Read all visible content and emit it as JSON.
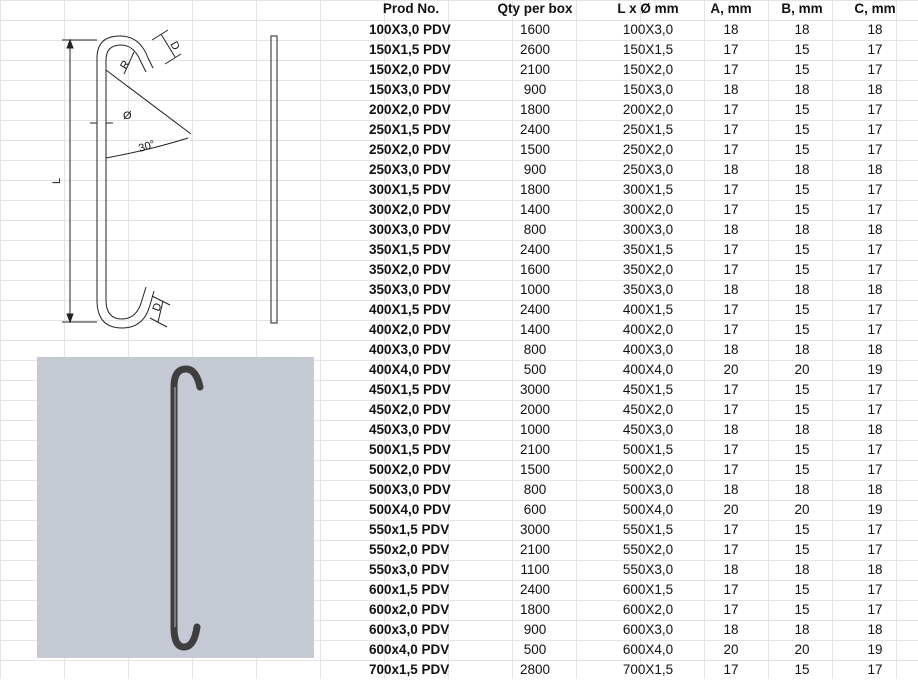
{
  "drawing": {
    "labels": {
      "length": "L",
      "radius": "R",
      "diameter": "Ø",
      "angle": "30°",
      "top_d": "D",
      "bottom_d": "D"
    }
  },
  "table": {
    "headers": {
      "prod": "Prod No.",
      "qty": "Qty per box",
      "lxd": "L x Ø mm",
      "a": "A, mm",
      "b": "B, mm",
      "c": "C, mm"
    },
    "rows": [
      {
        "prod": "100X3,0 PDV",
        "qty": "1600",
        "lxd": "100X3,0",
        "a": "18",
        "b": "18",
        "c": "18"
      },
      {
        "prod": "150X1,5 PDV",
        "qty": "2600",
        "lxd": "150X1,5",
        "a": "17",
        "b": "15",
        "c": "17"
      },
      {
        "prod": "150X2,0 PDV",
        "qty": "2100",
        "lxd": "150X2,0",
        "a": "17",
        "b": "15",
        "c": "17"
      },
      {
        "prod": "150X3,0 PDV",
        "qty": "900",
        "lxd": "150X3,0",
        "a": "18",
        "b": "18",
        "c": "18"
      },
      {
        "prod": "200X2,0 PDV",
        "qty": "1800",
        "lxd": "200X2,0",
        "a": "17",
        "b": "15",
        "c": "17"
      },
      {
        "prod": "250X1,5 PDV",
        "qty": "2400",
        "lxd": "250X1,5",
        "a": "17",
        "b": "15",
        "c": "17"
      },
      {
        "prod": "250X2,0 PDV",
        "qty": "1500",
        "lxd": "250X2,0",
        "a": "17",
        "b": "15",
        "c": "17"
      },
      {
        "prod": "250X3,0 PDV",
        "qty": "900",
        "lxd": "250X3,0",
        "a": "18",
        "b": "18",
        "c": "18"
      },
      {
        "prod": "300X1,5 PDV",
        "qty": "1800",
        "lxd": "300X1,5",
        "a": "17",
        "b": "15",
        "c": "17"
      },
      {
        "prod": "300X2,0 PDV",
        "qty": "1400",
        "lxd": "300X2,0",
        "a": "17",
        "b": "15",
        "c": "17"
      },
      {
        "prod": "300X3,0 PDV",
        "qty": "800",
        "lxd": "300X3,0",
        "a": "18",
        "b": "18",
        "c": "18"
      },
      {
        "prod": "350X1,5 PDV",
        "qty": "2400",
        "lxd": "350X1,5",
        "a": "17",
        "b": "15",
        "c": "17"
      },
      {
        "prod": "350X2,0 PDV",
        "qty": "1600",
        "lxd": "350X2,0",
        "a": "17",
        "b": "15",
        "c": "17"
      },
      {
        "prod": "350X3,0 PDV",
        "qty": "1000",
        "lxd": "350X3,0",
        "a": "18",
        "b": "18",
        "c": "18"
      },
      {
        "prod": "400X1,5 PDV",
        "qty": "2400",
        "lxd": "400X1,5",
        "a": "17",
        "b": "15",
        "c": "17"
      },
      {
        "prod": "400X2,0 PDV",
        "qty": "1400",
        "lxd": "400X2,0",
        "a": "17",
        "b": "15",
        "c": "17"
      },
      {
        "prod": "400X3,0 PDV",
        "qty": "800",
        "lxd": "400X3,0",
        "a": "18",
        "b": "18",
        "c": "18"
      },
      {
        "prod": "400X4,0 PDV",
        "qty": "500",
        "lxd": "400X4,0",
        "a": "20",
        "b": "20",
        "c": "19"
      },
      {
        "prod": "450X1,5 PDV",
        "qty": "3000",
        "lxd": "450X1,5",
        "a": "17",
        "b": "15",
        "c": "17"
      },
      {
        "prod": "450X2,0 PDV",
        "qty": "2000",
        "lxd": "450X2,0",
        "a": "17",
        "b": "15",
        "c": "17"
      },
      {
        "prod": "450X3,0 PDV",
        "qty": "1000",
        "lxd": "450X3,0",
        "a": "18",
        "b": "18",
        "c": "18"
      },
      {
        "prod": "500X1,5 PDV",
        "qty": "2100",
        "lxd": "500X1,5",
        "a": "17",
        "b": "15",
        "c": "17"
      },
      {
        "prod": "500X2,0 PDV",
        "qty": "1500",
        "lxd": "500X2,0",
        "a": "17",
        "b": "15",
        "c": "17"
      },
      {
        "prod": "500X3,0 PDV",
        "qty": "800",
        "lxd": "500X3,0",
        "a": "18",
        "b": "18",
        "c": "18"
      },
      {
        "prod": "500X4,0 PDV",
        "qty": "600",
        "lxd": "500X4,0",
        "a": "20",
        "b": "20",
        "c": "19"
      },
      {
        "prod": "550x1,5 PDV",
        "qty": "3000",
        "lxd": "550X1,5",
        "a": "17",
        "b": "15",
        "c": "17"
      },
      {
        "prod": "550x2,0 PDV",
        "qty": "2100",
        "lxd": "550X2,0",
        "a": "17",
        "b": "15",
        "c": "17"
      },
      {
        "prod": "550x3,0 PDV",
        "qty": "1100",
        "lxd": "550X3,0",
        "a": "18",
        "b": "18",
        "c": "18"
      },
      {
        "prod": "600x1,5 PDV",
        "qty": "2400",
        "lxd": "600X1,5",
        "a": "17",
        "b": "15",
        "c": "17"
      },
      {
        "prod": "600x2,0 PDV",
        "qty": "1800",
        "lxd": "600X2,0",
        "a": "17",
        "b": "15",
        "c": "17"
      },
      {
        "prod": "600x3,0 PDV",
        "qty": "900",
        "lxd": "600X3,0",
        "a": "18",
        "b": "18",
        "c": "18"
      },
      {
        "prod": "600x4,0 PDV",
        "qty": "500",
        "lxd": "600X4,0",
        "a": "20",
        "b": "20",
        "c": "19"
      },
      {
        "prod": "700x1,5 PDV",
        "qty": "2800",
        "lxd": "700X1,5",
        "a": "17",
        "b": "15",
        "c": "17"
      }
    ]
  }
}
